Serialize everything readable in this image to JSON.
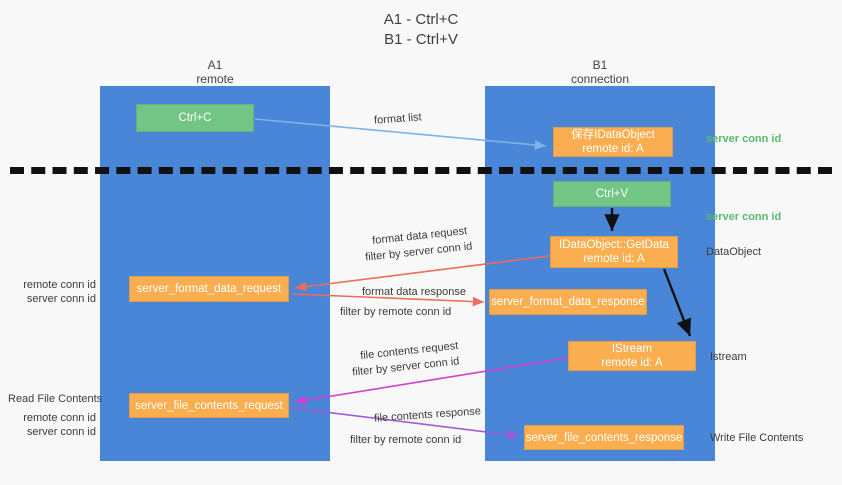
{
  "title": {
    "line1": "A1 - Ctrl+C",
    "line2": "B1 - Ctrl+V"
  },
  "columns": [
    {
      "name": "A1",
      "sub": "remote"
    },
    {
      "name": "B1",
      "sub": "connection"
    }
  ],
  "colors": {
    "lane": "#4a86d8",
    "green_node": "#72c584",
    "orange_node": "#fbae4f",
    "server_conn_id": "#57b96e",
    "remote_conn_id": "#cc44cc",
    "arrow_blue": "#7eb3e8",
    "arrow_red": "#ef6b5a",
    "arrow_magenta": "#d13fd1",
    "arrow_purple": "#a259d9",
    "arrow_black": "#111111",
    "divider": "#111111"
  },
  "nodes": {
    "ctrl_c": {
      "label": "Ctrl+C",
      "sub": ""
    },
    "save_dataobject": {
      "label": "保存IDataObject",
      "sub": "remote id: A"
    },
    "ctrl_v": {
      "label": "Ctrl+V",
      "sub": ""
    },
    "getdata": {
      "label": "IDataObject::GetData",
      "sub": "remote id: A"
    },
    "format_data_request": {
      "label": "server_format_data_request",
      "sub": ""
    },
    "format_data_response": {
      "label": "server_format_data_response",
      "sub": ""
    },
    "istream": {
      "label": "IStream",
      "sub": "remote id: A"
    },
    "file_contents_request": {
      "label": "server_file_contents_request",
      "sub": ""
    },
    "file_contents_response": {
      "label": "server_file_contents_response",
      "sub": ""
    }
  },
  "edge_labels": {
    "format_list": "format list",
    "format_data_request": "format data request",
    "format_data_request_filter_prefix": "filter by ",
    "format_data_request_filter_key": "server conn id",
    "format_data_response": "format data response",
    "format_data_response_filter_prefix": "filter by ",
    "format_data_response_filter_key": "remote conn id",
    "file_contents_request": "file contents request",
    "file_contents_request_filter_prefix": "filter by ",
    "file_contents_request_filter_key": "server conn id",
    "file_contents_response": "file contents response",
    "file_contents_response_filter_prefix": "filter by ",
    "file_contents_response_filter_key": "remote conn id"
  },
  "annotations": {
    "server_conn_id_top": "server conn id",
    "server_conn_id_mid": "server conn id",
    "dataobject": "DataObject",
    "istream": "Istream",
    "write_file_contents": "Write File Contents",
    "read_file_contents": "Read File Contents",
    "remote_conn_id_a": "remote conn id",
    "server_conn_id_a": "server conn id",
    "remote_conn_id_b": "remote conn id",
    "server_conn_id_b": "server conn id"
  }
}
